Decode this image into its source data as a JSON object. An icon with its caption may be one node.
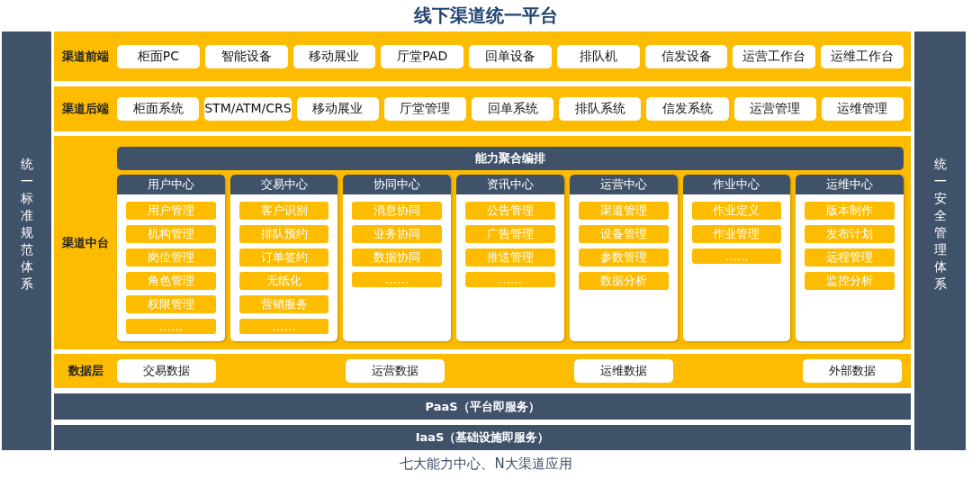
{
  "diagram": {
    "title": "线下渠道统一平台",
    "caption": "七大能力中心、N大渠道应用",
    "nodes": [
      {
        "text": [
          "统一标准规范体系"
        ]
      },
      {
        "text": [
          "渠道前端"
        ]
      },
      {
        "text": [
          "柜面PC"
        ],
        "in": 1
      },
      {
        "text": [
          "智能设备"
        ],
        "in": 1
      },
      {
        "text": [
          "移动展业"
        ],
        "in": 1
      },
      {
        "text": [
          "厅堂PAD"
        ],
        "in": 1
      },
      {
        "text": [
          "回单设备"
        ],
        "in": 1
      },
      {
        "text": [
          "排队机"
        ],
        "in": 1
      },
      {
        "text": [
          "信发设备"
        ],
        "in": 1
      },
      {
        "text": [
          "运营工作台"
        ],
        "in": 1
      },
      {
        "text": [
          "运维工作台"
        ],
        "in": 1
      },
      {
        "text": [
          "渠道后端"
        ]
      },
      {
        "text": [
          "柜面系统"
        ],
        "in": 11
      },
      {
        "text": [
          "STM/ATM/CRS"
        ],
        "in": 11
      },
      {
        "text": [
          "移动展业"
        ],
        "in": 11
      },
      {
        "text": [
          "厅堂管理"
        ],
        "in": 11
      },
      {
        "text": [
          "回单系统"
        ],
        "in": 11
      },
      {
        "text": [
          "排队系统"
        ],
        "in": 11
      },
      {
        "text": [
          "信发系统"
        ],
        "in": 11
      },
      {
        "text": [
          "运营管理"
        ],
        "in": 11
      },
      {
        "text": [
          "运维管理"
        ],
        "in": 11
      },
      {
        "text": [
          "渠道中台"
        ]
      },
      {
        "text": [
          "能力聚合编排"
        ],
        "in": 21
      },
      {
        "text": [
          "用户中心"
        ],
        "in": 21
      },
      {
        "text": [
          "用户管理"
        ],
        "in": 23
      },
      {
        "text": [
          "机构管理"
        ],
        "in": 23
      },
      {
        "text": [
          "岗位管理"
        ],
        "in": 23
      },
      {
        "text": [
          "角色管理"
        ],
        "in": 23
      },
      {
        "text": [
          "权限管理"
        ],
        "in": 23
      },
      {
        "text": [
          "……"
        ],
        "in": 23
      },
      {
        "text": [
          "交易中心"
        ],
        "in": 21
      },
      {
        "text": [
          "客户识别"
        ],
        "in": 30
      },
      {
        "text": [
          "排队预约"
        ],
        "in": 30
      },
      {
        "text": [
          "订单签约"
        ],
        "in": 30
      },
      {
        "text": [
          "无纸化"
        ],
        "in": 30
      },
      {
        "text": [
          "营销服务"
        ],
        "in": 30
      },
      {
        "text": [
          "……"
        ],
        "in": 30
      },
      {
        "text": [
          "协同中心"
        ],
        "in": 21
      },
      {
        "text": [
          "消息协同"
        ],
        "in": 37
      },
      {
        "text": [
          "业务协同"
        ],
        "in": 37
      },
      {
        "text": [
          "数据协同"
        ],
        "in": 37
      },
      {
        "text": [
          "……"
        ],
        "in": 37
      },
      {
        "text": [
          "资讯中心"
        ],
        "in": 21
      },
      {
        "text": [
          "公告管理"
        ],
        "in": 42
      },
      {
        "text": [
          "广告管理"
        ],
        "in": 42
      },
      {
        "text": [
          "推送管理"
        ],
        "in": 42
      },
      {
        "text": [
          "……"
        ],
        "in": 42
      },
      {
        "text": [
          "运营中心"
        ],
        "in": 21
      },
      {
        "text": [
          "渠道管理"
        ],
        "in": 47
      },
      {
        "text": [
          "设备管理"
        ],
        "in": 47
      },
      {
        "text": [
          "参数管理"
        ],
        "in": 47
      },
      {
        "text": [
          "数据分析"
        ],
        "in": 47
      },
      {
        "text": [
          "作业中心"
        ],
        "in": 21
      },
      {
        "text": [
          "作业定义"
        ],
        "in": 52
      },
      {
        "text": [
          "作业管理"
        ],
        "in": 52
      },
      {
        "text": [
          "……"
        ],
        "in": 52
      },
      {
        "text": [
          "运维中心"
        ],
        "in": 21
      },
      {
        "text": [
          "版本制作"
        ],
        "in": 56
      },
      {
        "text": [
          "发布计划"
        ],
        "in": 56
      },
      {
        "text": [
          "远程管理"
        ],
        "in": 56
      },
      {
        "text": [
          "监控分析"
        ],
        "in": 56
      },
      {
        "text": [
          "数据层"
        ]
      },
      {
        "text": [
          "交易数据"
        ],
        "in": 61
      },
      {
        "text": [
          "运营数据"
        ],
        "in": 61
      },
      {
        "text": [
          "运维数据"
        ],
        "in": 61
      },
      {
        "text": [
          "外部数据"
        ],
        "in": 61
      },
      {
        "text": [
          "PaaS（平台即服务）"
        ]
      },
      {
        "text": [
          "IaaS（基础设施即服务）"
        ]
      },
      {
        "text": [
          "统一安全管理体系"
        ]
      }
    ]
  }
}
